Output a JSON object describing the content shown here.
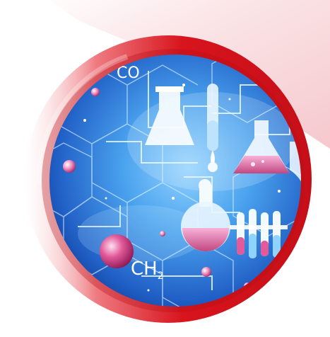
{
  "labels": {
    "top_formula": "CO",
    "bottom_formula_main": "CH",
    "bottom_formula_sub": "2"
  },
  "colors": {
    "ring_red": "#d8141d",
    "ring_dark_red": "#b80d16",
    "bg_pink": "#f7d6d9",
    "lab_blue_light": "#93d3ff",
    "lab_blue_mid": "#3f92e6",
    "lab_blue_dark": "#0e3a95",
    "sphere_pink": "#e25a9a"
  },
  "icons": [
    "flask-icon",
    "test-tube-icon",
    "erlenmeyer-flask-icon",
    "round-flask-icon",
    "test-tube-rack-icon",
    "molecule-sphere-icon"
  ]
}
